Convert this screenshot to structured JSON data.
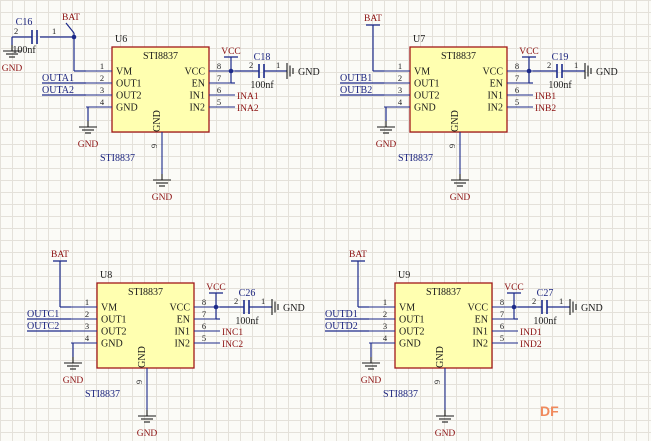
{
  "schematic": {
    "blocks": [
      {
        "ref": "U6",
        "part": "STI8837",
        "part_below": "STI8837",
        "bat_label": "BAT",
        "bat_cap": {
          "ref": "C16",
          "value": "100nf",
          "pin_left": "2",
          "pin_right": "1",
          "gnd": "GND"
        },
        "vcc_label": "VCC",
        "vcc_cap": {
          "ref": "C18",
          "value": "100nf",
          "pin_left": "2",
          "pin_right": "1",
          "gnd": "GND"
        },
        "left_pins": [
          {
            "name": "VM",
            "num": "1",
            "net": ""
          },
          {
            "name": "OUT1",
            "num": "2",
            "net": "OUTA1"
          },
          {
            "name": "OUT2",
            "num": "3",
            "net": "OUTA2"
          },
          {
            "name": "GND",
            "num": "4",
            "net": ""
          }
        ],
        "right_pins": [
          {
            "name": "VCC",
            "num": "8",
            "net": ""
          },
          {
            "name": "EN",
            "num": "7",
            "net": ""
          },
          {
            "name": "IN1",
            "num": "6",
            "net": "INA1"
          },
          {
            "name": "IN2",
            "num": "5",
            "net": "INA2"
          }
        ],
        "bottom_pin": {
          "name": "GND",
          "num": "9"
        },
        "gnd_label": "GND",
        "gnd4_label": "GND"
      },
      {
        "ref": "U7",
        "part": "STI8837",
        "part_below": "STI8837",
        "bat_label": "BAT",
        "vcc_label": "VCC",
        "vcc_cap": {
          "ref": "C19",
          "value": "100nf",
          "pin_left": "2",
          "pin_right": "1",
          "gnd": "GND"
        },
        "left_pins": [
          {
            "name": "VM",
            "num": "1",
            "net": ""
          },
          {
            "name": "OUT1",
            "num": "2",
            "net": "OUTB1"
          },
          {
            "name": "OUT2",
            "num": "3",
            "net": "OUTB2"
          },
          {
            "name": "GND",
            "num": "4",
            "net": ""
          }
        ],
        "right_pins": [
          {
            "name": "VCC",
            "num": "8",
            "net": ""
          },
          {
            "name": "EN",
            "num": "7",
            "net": ""
          },
          {
            "name": "IN1",
            "num": "6",
            "net": "INB1"
          },
          {
            "name": "IN2",
            "num": "5",
            "net": "INB2"
          }
        ],
        "bottom_pin": {
          "name": "GND",
          "num": "9"
        },
        "gnd_label": "GND",
        "gnd4_label": "GND"
      },
      {
        "ref": "U8",
        "part": "STI8837",
        "part_below": "STI8837",
        "bat_label": "BAT",
        "vcc_label": "VCC",
        "vcc_cap": {
          "ref": "C26",
          "value": "100nf",
          "pin_left": "2",
          "pin_right": "1",
          "gnd": "GND"
        },
        "left_pins": [
          {
            "name": "VM",
            "num": "1",
            "net": ""
          },
          {
            "name": "OUT1",
            "num": "2",
            "net": "OUTC1"
          },
          {
            "name": "OUT2",
            "num": "3",
            "net": "OUTC2"
          },
          {
            "name": "GND",
            "num": "4",
            "net": ""
          }
        ],
        "right_pins": [
          {
            "name": "VCC",
            "num": "8",
            "net": ""
          },
          {
            "name": "EN",
            "num": "7",
            "net": ""
          },
          {
            "name": "IN1",
            "num": "6",
            "net": "INC1"
          },
          {
            "name": "IN2",
            "num": "5",
            "net": "INC2"
          }
        ],
        "bottom_pin": {
          "name": "GND",
          "num": "9"
        },
        "gnd_label": "GND",
        "gnd4_label": "GND"
      },
      {
        "ref": "U9",
        "part": "STI8837",
        "part_below": "STI8837",
        "bat_label": "BAT",
        "vcc_label": "VCC",
        "vcc_cap": {
          "ref": "C27",
          "value": "100nf",
          "pin_left": "2",
          "pin_right": "1",
          "gnd": "GND"
        },
        "left_pins": [
          {
            "name": "VM",
            "num": "1",
            "net": ""
          },
          {
            "name": "OUT1",
            "num": "2",
            "net": "OUTD1"
          },
          {
            "name": "OUT2",
            "num": "3",
            "net": "OUTD2"
          },
          {
            "name": "GND",
            "num": "4",
            "net": ""
          }
        ],
        "right_pins": [
          {
            "name": "VCC",
            "num": "8",
            "net": ""
          },
          {
            "name": "EN",
            "num": "7",
            "net": ""
          },
          {
            "name": "IN1",
            "num": "6",
            "net": "IND1"
          },
          {
            "name": "IN2",
            "num": "5",
            "net": "IND2"
          }
        ],
        "bottom_pin": {
          "name": "GND",
          "num": "9"
        },
        "gnd_label": "GND",
        "gnd4_label": "GND"
      }
    ]
  },
  "watermark": {
    "text": "DF"
  },
  "colors": {
    "wire": "#1c2a8a",
    "body_fill": "#ffffb0",
    "body_stroke": "#a01818",
    "junction": "#1c2a8a",
    "gnd": "#1a1a1a"
  }
}
